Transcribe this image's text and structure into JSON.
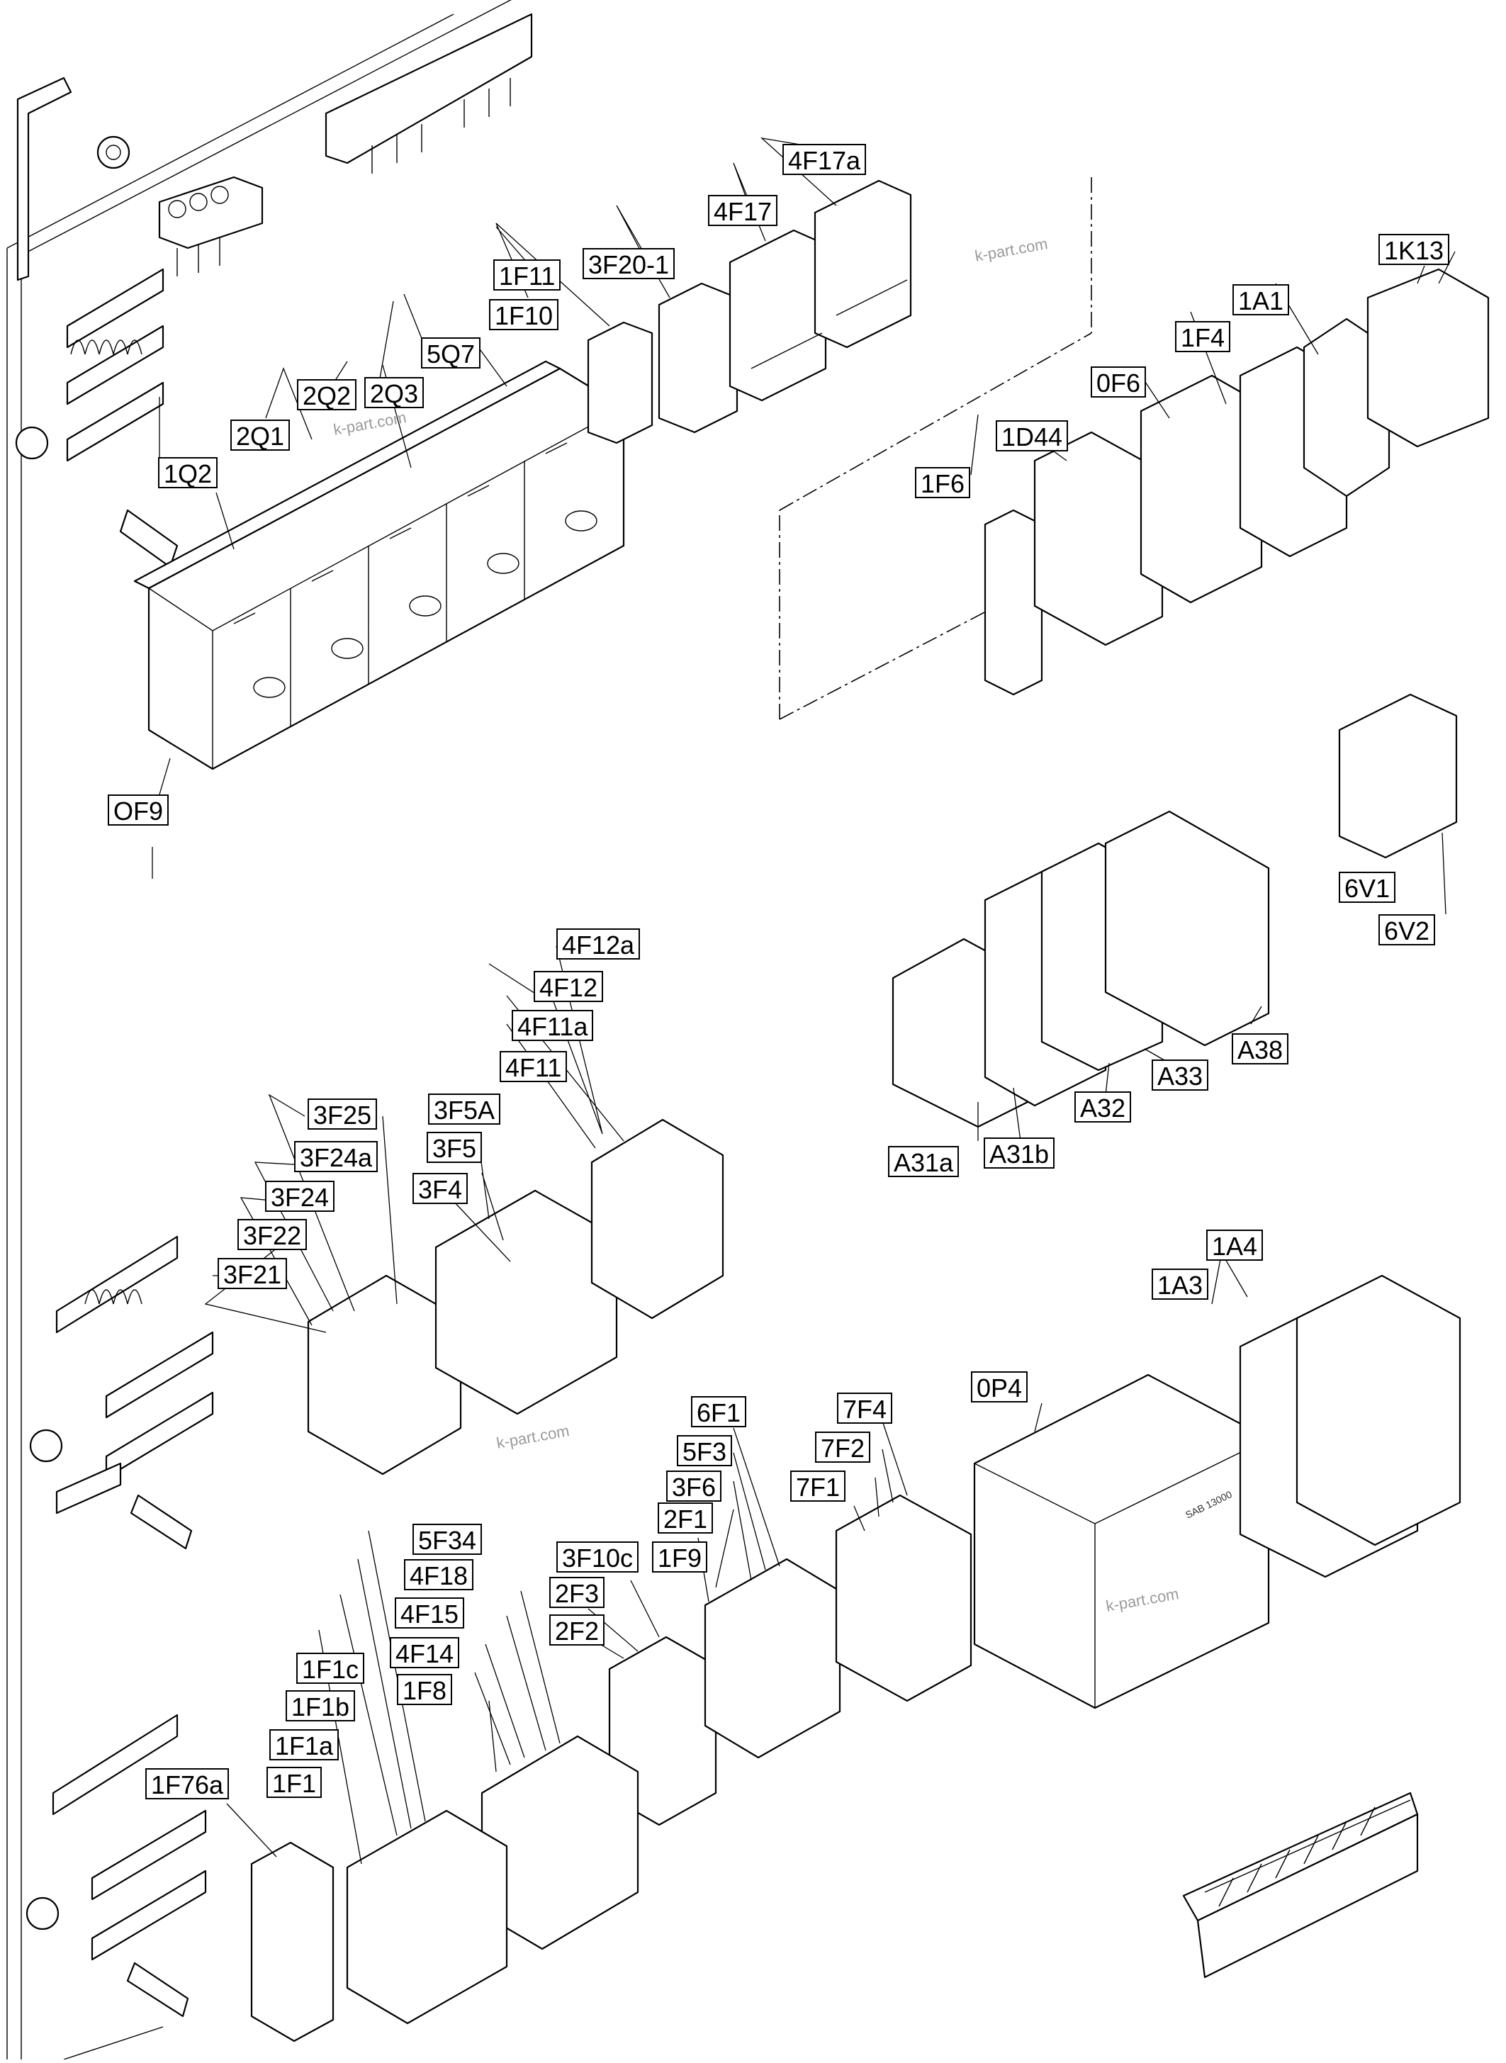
{
  "labels": {
    "OF9": "OF9",
    "1Q2": "1Q2",
    "2Q1": "2Q1",
    "2Q2": "2Q2",
    "2Q3": "2Q3",
    "5Q7": "5Q7",
    "1F10": "1F10",
    "1F11": "1F11",
    "3F20-1": "3F20-1",
    "4F17": "4F17",
    "4F17a": "4F17a",
    "1K13": "1K13",
    "1A1": "1A1",
    "1F4": "1F4",
    "0F6": "0F6",
    "1D44": "1D44",
    "1F6": "1F6",
    "6V1": "6V1",
    "6V2": "6V2",
    "A31a": "A31a",
    "A31b": "A31b",
    "A32": "A32",
    "A33": "A33",
    "A38": "A38",
    "4F12a": "4F12a",
    "4F12": "4F12",
    "4F11a": "4F11a",
    "4F11": "4F11",
    "3F25": "3F25",
    "3F5A": "3F5A",
    "3F24a": "3F24a",
    "3F5": "3F5",
    "3F24": "3F24",
    "3F4": "3F4",
    "3F22": "3F22",
    "3F21": "3F21",
    "1A4": "1A4",
    "1A3": "1A3",
    "0P4": "0P4",
    "6F1": "6F1",
    "7F4": "7F4",
    "5F3": "5F3",
    "7F2": "7F2",
    "3F6": "3F6",
    "7F1": "7F1",
    "2F1": "2F1",
    "1F9": "1F9",
    "3F10c": "3F10c",
    "2F3": "2F3",
    "2F2": "2F2",
    "5F34": "5F34",
    "4F18": "4F18",
    "4F15": "4F15",
    "4F14": "4F14",
    "1F8": "1F8",
    "1F1c": "1F1c",
    "1F1b": "1F1b",
    "1F1a": "1F1a",
    "1F1": "1F1",
    "1F76a": "1F76a"
  },
  "watermark": "k-part.com",
  "meter_brand": "SAB 13000"
}
